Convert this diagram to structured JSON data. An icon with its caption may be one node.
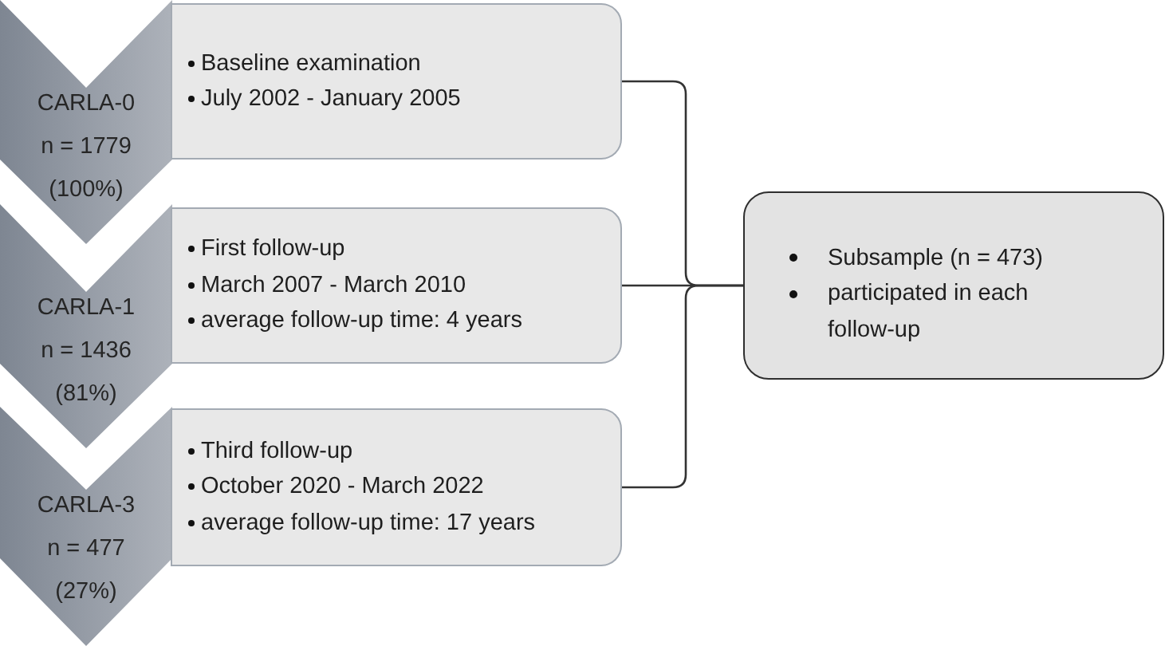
{
  "diagram": {
    "nodes": [
      {
        "text": [
          "CARLA-0",
          "n = 1779",
          "(100%)"
        ]
      },
      {
        "text": [
          "Baseline examination",
          "July 2002 - January 2005"
        ]
      },
      {
        "text": [
          "CARLA-1",
          "n = 1436",
          "(81%)"
        ]
      },
      {
        "text": [
          "First follow-up",
          "March 2007 - March 2010",
          "average follow-up time: 4 years"
        ]
      },
      {
        "text": [
          "CARLA-3",
          "n = 477",
          "(27%)"
        ]
      },
      {
        "text": [
          "Third follow-up",
          "October 2020 - March 2022",
          "average follow-up time: 17 years"
        ]
      },
      {
        "text": [
          "Subsample (n = 473)",
          "participated in each follow-up"
        ]
      }
    ],
    "edges": [
      {
        "from": 1,
        "to": 6,
        "arrow": "none"
      },
      {
        "from": 3,
        "to": 6,
        "arrow": "none"
      },
      {
        "from": 5,
        "to": 6,
        "arrow": "none"
      }
    ]
  }
}
